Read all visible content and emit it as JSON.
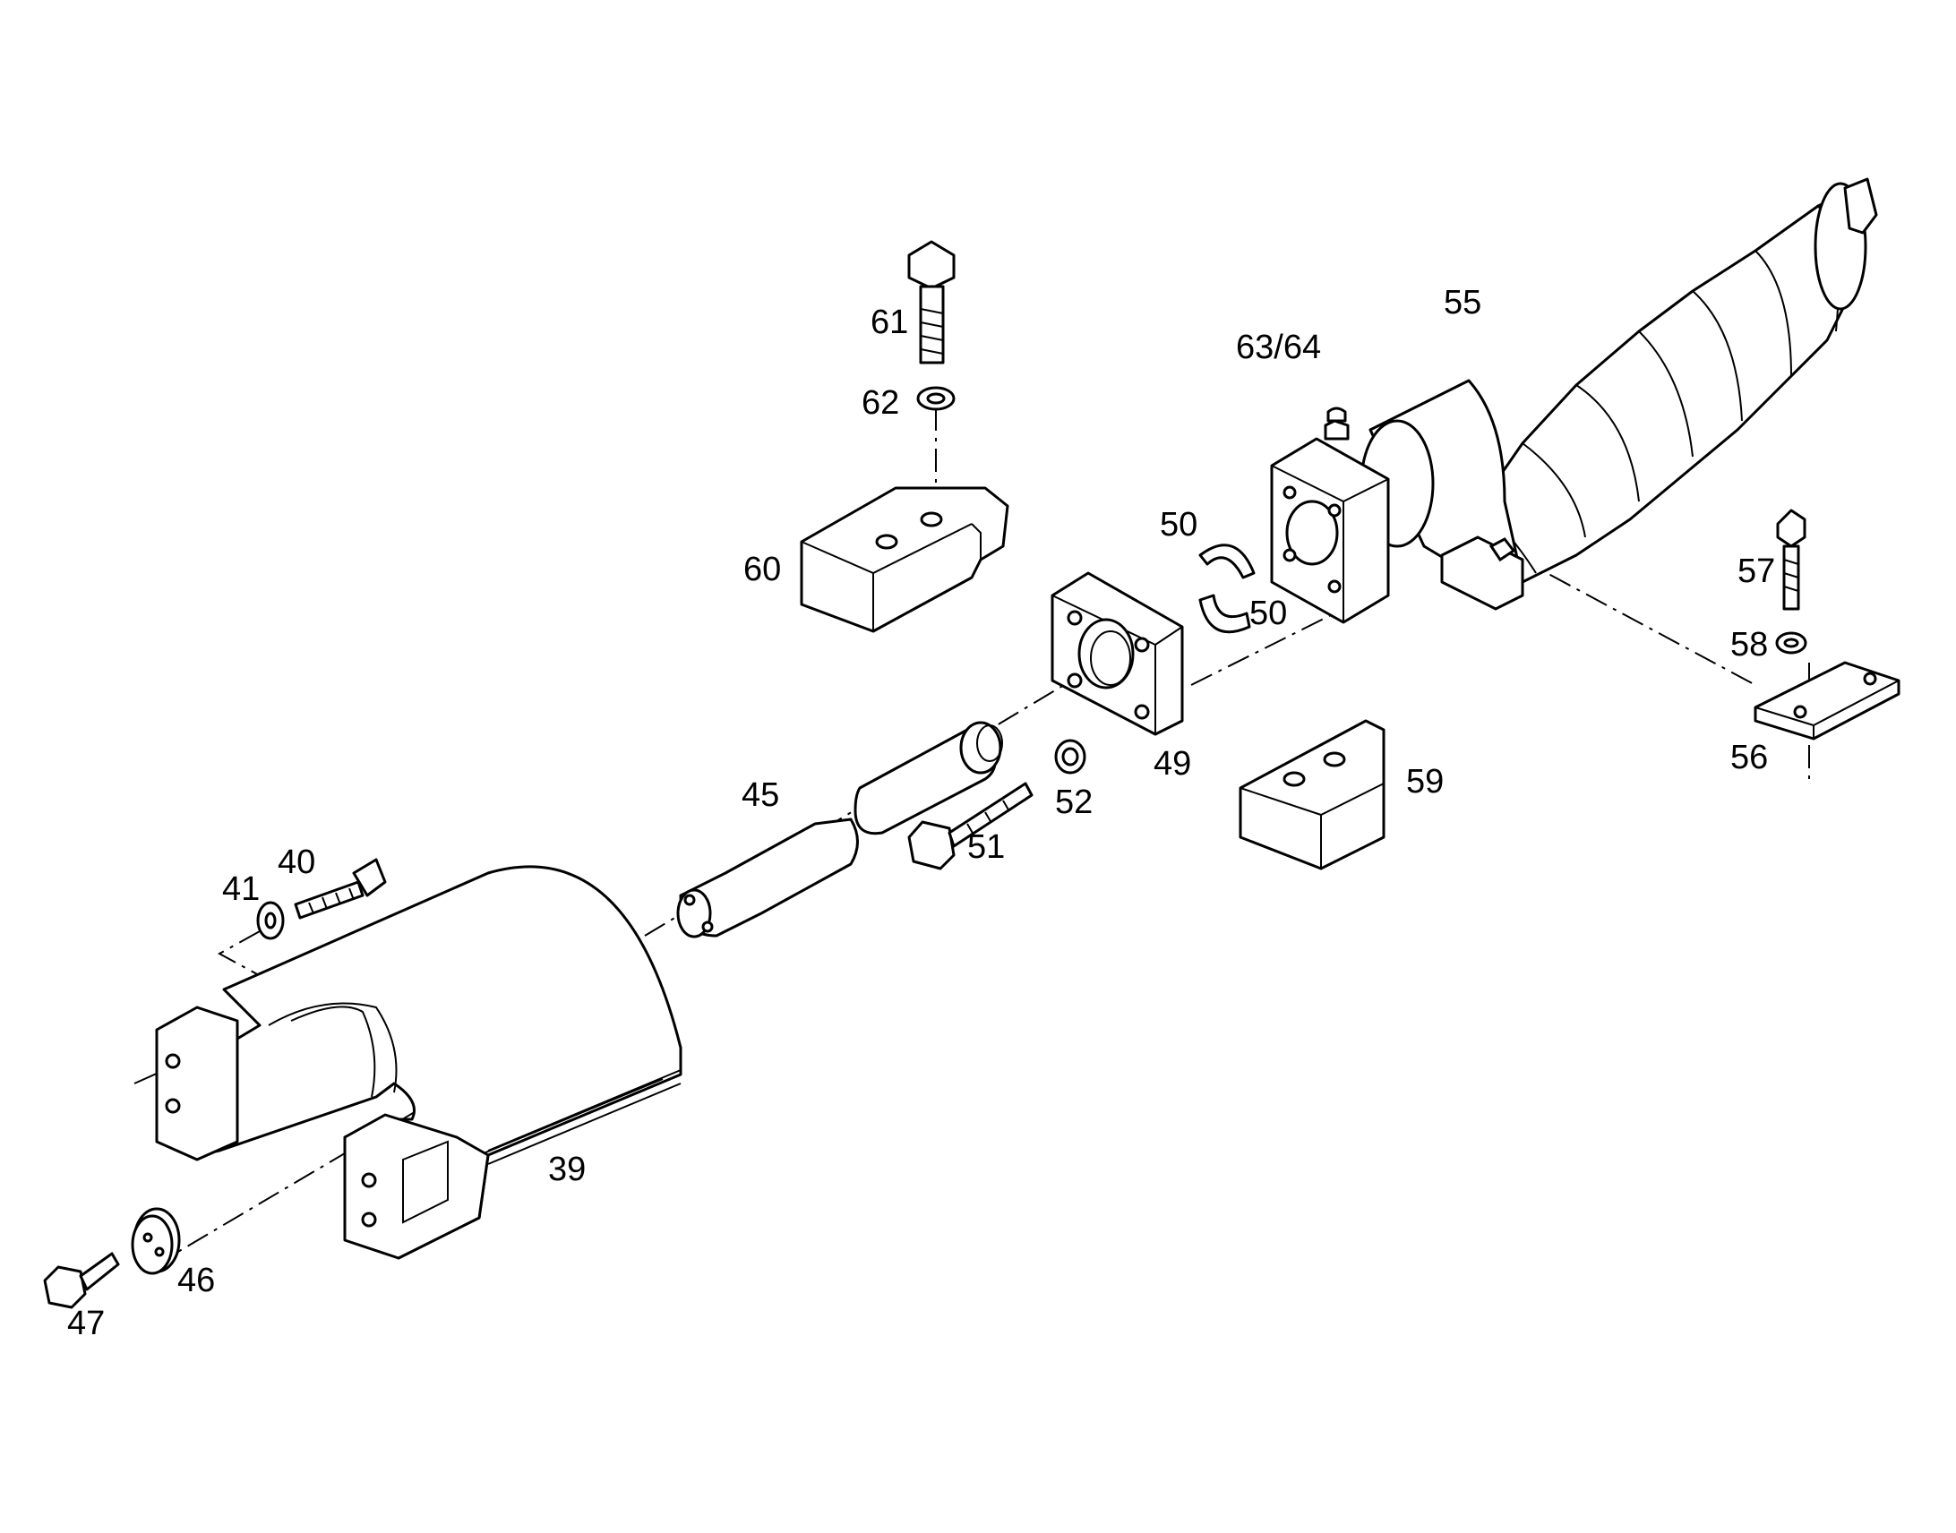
{
  "diagram": {
    "labels": {
      "p39": "39",
      "p40": "40",
      "p41": "41",
      "p45": "45",
      "p46": "46",
      "p47": "47",
      "p49": "49",
      "p50a": "50",
      "p50b": "50",
      "p51": "51",
      "p52": "52",
      "p55": "55",
      "p56": "56",
      "p57": "57",
      "p58": "58",
      "p59": "59",
      "p60": "60",
      "p61": "61",
      "p62": "62",
      "p6364": "63/64"
    },
    "colors": {
      "line": "#000000",
      "background": "#ffffff"
    }
  }
}
